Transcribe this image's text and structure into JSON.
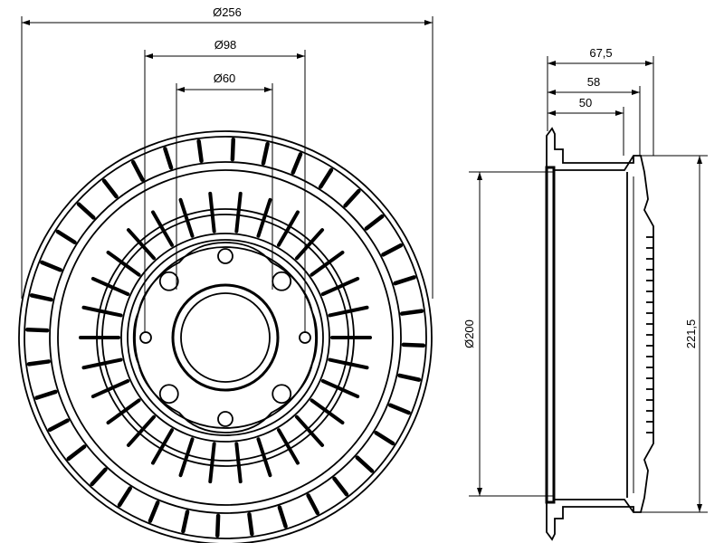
{
  "front_view": {
    "dim_outer": "Ø256",
    "dim_pcd": "Ø98",
    "dim_center": "Ø60"
  },
  "side_view": {
    "dim_width_total": "67,5",
    "dim_width_mid": "58",
    "dim_width_inner": "50",
    "dim_inner_diameter": "Ø200",
    "dim_outer_height": "221,5"
  },
  "colors": {
    "line": "#000000",
    "background": "#ffffff"
  }
}
